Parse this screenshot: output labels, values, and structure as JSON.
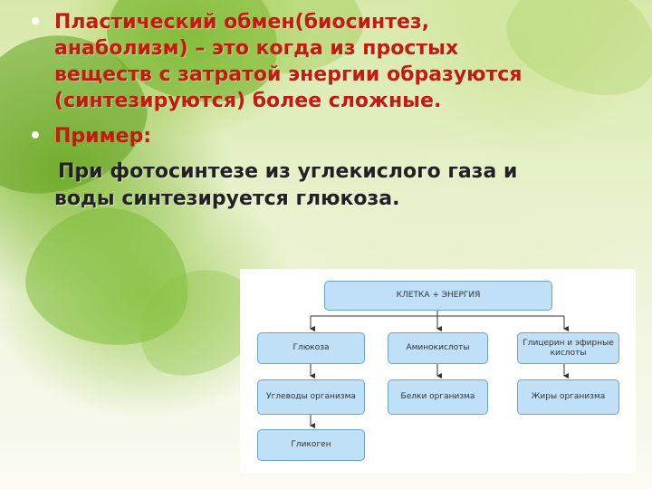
{
  "bullets": [
    {
      "marker": "•",
      "lines": [
        "Пластический обмен(биосинтез,",
        "анаболизм) – это когда из простых",
        "веществ с затратой энергии образуются",
        "(синтезируются) более сложные."
      ]
    },
    {
      "marker": "•",
      "text": "Пример:"
    }
  ],
  "example": {
    "lines": [
      "При фотосинтезе из углекислого газа и",
      "воды синтезируется глюкоза."
    ]
  },
  "diagram": {
    "top": "КЛЕТКА + ЭНЕРГИЯ",
    "col1": [
      "Глюкоза",
      "Углеводы организма",
      "Гликоген"
    ],
    "col2": [
      "Аминокислоты",
      "Белки организма"
    ],
    "col3": [
      "Глицерин и эфирные кислоты",
      "Жиры организма"
    ]
  },
  "colors": {
    "bullet_text": "#c41a10",
    "box_fill": "#bfe0f7",
    "box_border": "#6aa3cc"
  }
}
